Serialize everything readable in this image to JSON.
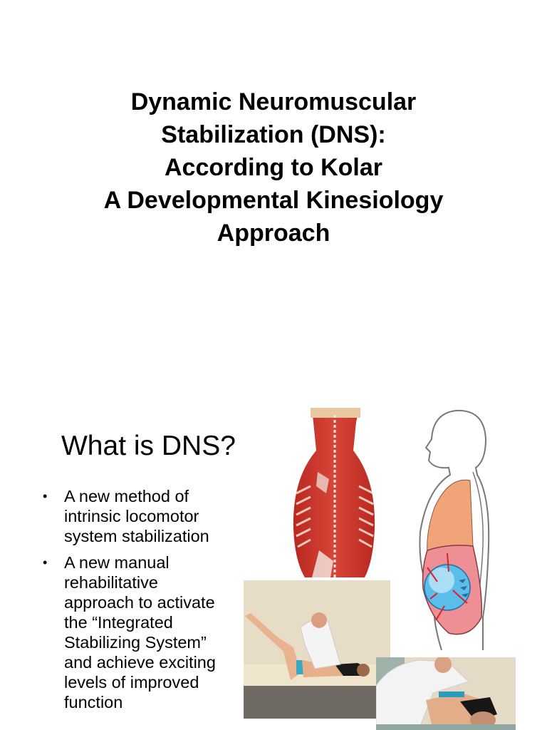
{
  "slide1": {
    "title_lines": [
      "Dynamic Neuromuscular",
      "Stabilization (DNS):",
      "According to Kolar",
      "A Developmental Kinesiology",
      "Approach"
    ]
  },
  "slide2": {
    "heading": "What is DNS?",
    "bullets": [
      {
        "lines": [
          "A new method of",
          "intrinsic locomotor",
          "system stabilization"
        ]
      },
      {
        "lines": [
          "A new manual",
          "rehabilitative",
          "approach to activate",
          "the “Integrated",
          "Stabilizing System”",
          "and achieve exciting",
          "levels of improved",
          "function"
        ]
      }
    ],
    "bullet_glyph": "•",
    "images": [
      {
        "name": "back-muscles-anatomy-illustration",
        "description": "Posterior view of back musculature"
      },
      {
        "name": "trunk-pressure-diagram",
        "description": "Side-view outline of head and torso with abdominal cavity pressure ball and arrows"
      },
      {
        "name": "therapist-leg-exercise-photo",
        "description": "Therapist assisting patient lying on treatment table with raised legs"
      },
      {
        "name": "therapist-side-lying-photo",
        "description": "Therapist manipulating patient in side-lying position"
      }
    ],
    "colors": {
      "muscle_red": "#c8322a",
      "chest_orange": "#f0a477",
      "abdomen_pink": "#ee8f95",
      "pressure_blue": "#5bbde9",
      "arrow_red": "#e02020",
      "arrow_blue": "#2a6d9c"
    }
  }
}
